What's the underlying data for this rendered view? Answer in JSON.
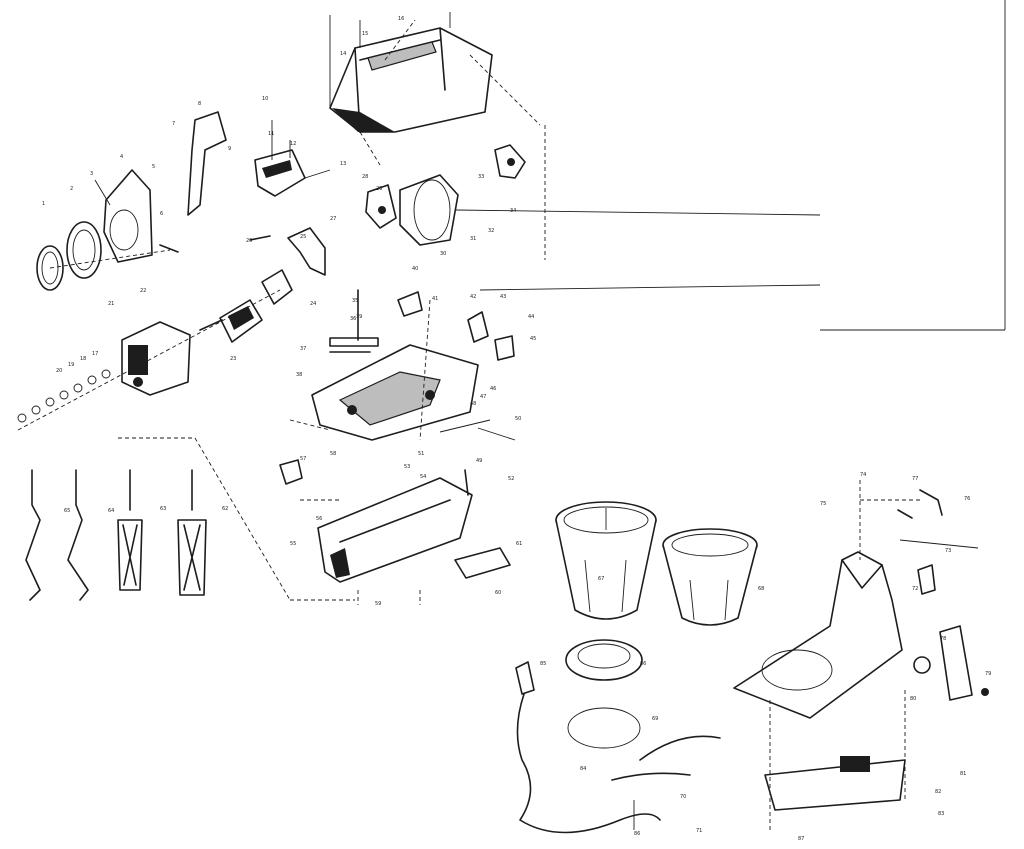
{
  "figure": {
    "type": "exploded-parts-diagram",
    "colors": {
      "ink": "#1d1d1d",
      "paper": "#ffffff",
      "shade": "#bdbdbd"
    },
    "callouts": [
      "1",
      "2",
      "3",
      "4",
      "5",
      "6",
      "7",
      "8",
      "9",
      "10",
      "11",
      "12",
      "13",
      "14",
      "15",
      "16",
      "17",
      "18",
      "19",
      "20",
      "21",
      "22",
      "23",
      "24",
      "25",
      "26",
      "27",
      "28",
      "29",
      "30",
      "31",
      "32",
      "33",
      "34",
      "35",
      "36",
      "37",
      "38",
      "39",
      "40",
      "41",
      "42",
      "43",
      "44",
      "45",
      "46",
      "47",
      "48",
      "49",
      "50",
      "51",
      "52",
      "53",
      "54",
      "55",
      "56",
      "57",
      "58",
      "59",
      "60",
      "61",
      "62",
      "63",
      "64",
      "65",
      "66",
      "67",
      "68",
      "69",
      "70",
      "71",
      "72",
      "73",
      "74",
      "75",
      "76",
      "77",
      "78",
      "79",
      "80",
      "81",
      "82",
      "83",
      "84",
      "85",
      "86",
      "87"
    ]
  }
}
